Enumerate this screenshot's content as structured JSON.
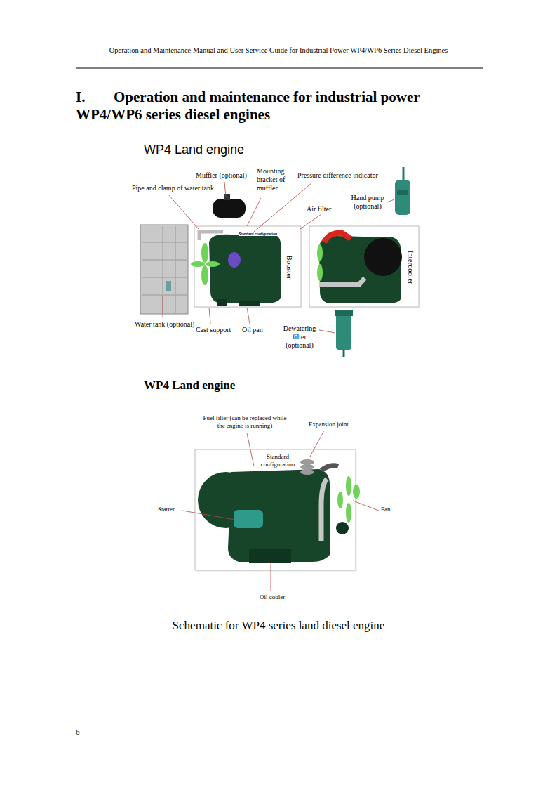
{
  "diagram": {
    "title": "Operation and maintenance for industrial power WP4/WP6 series diesel engines",
    "caption": "Schematic for WP4 series land diesel engine",
    "labels": [
      "Operation and Maintenance Manual and User Service Guide for Industrial Power WP4/WP6 Series Diesel Engines",
      "I.",
      "WP4 Land engine",
      "Muffler (optional)",
      "Mounting bracket of muffler",
      "Pressure difference indicator",
      "Pipe and clamp of water tank",
      "Hand pump (optional)",
      "Air filter",
      "Standard configuration",
      "Booster",
      "Intercooler",
      "Water tank (optional)",
      "Cast support",
      "Oil pan",
      "Dewatering filter (optional)",
      "WP4 Land engine",
      "Fuel filter (can be replaced while the engine is running)",
      "Expansion joint",
      "Standard configuration",
      "Starter",
      "Fan",
      "Oil cooler",
      "6"
    ]
  }
}
